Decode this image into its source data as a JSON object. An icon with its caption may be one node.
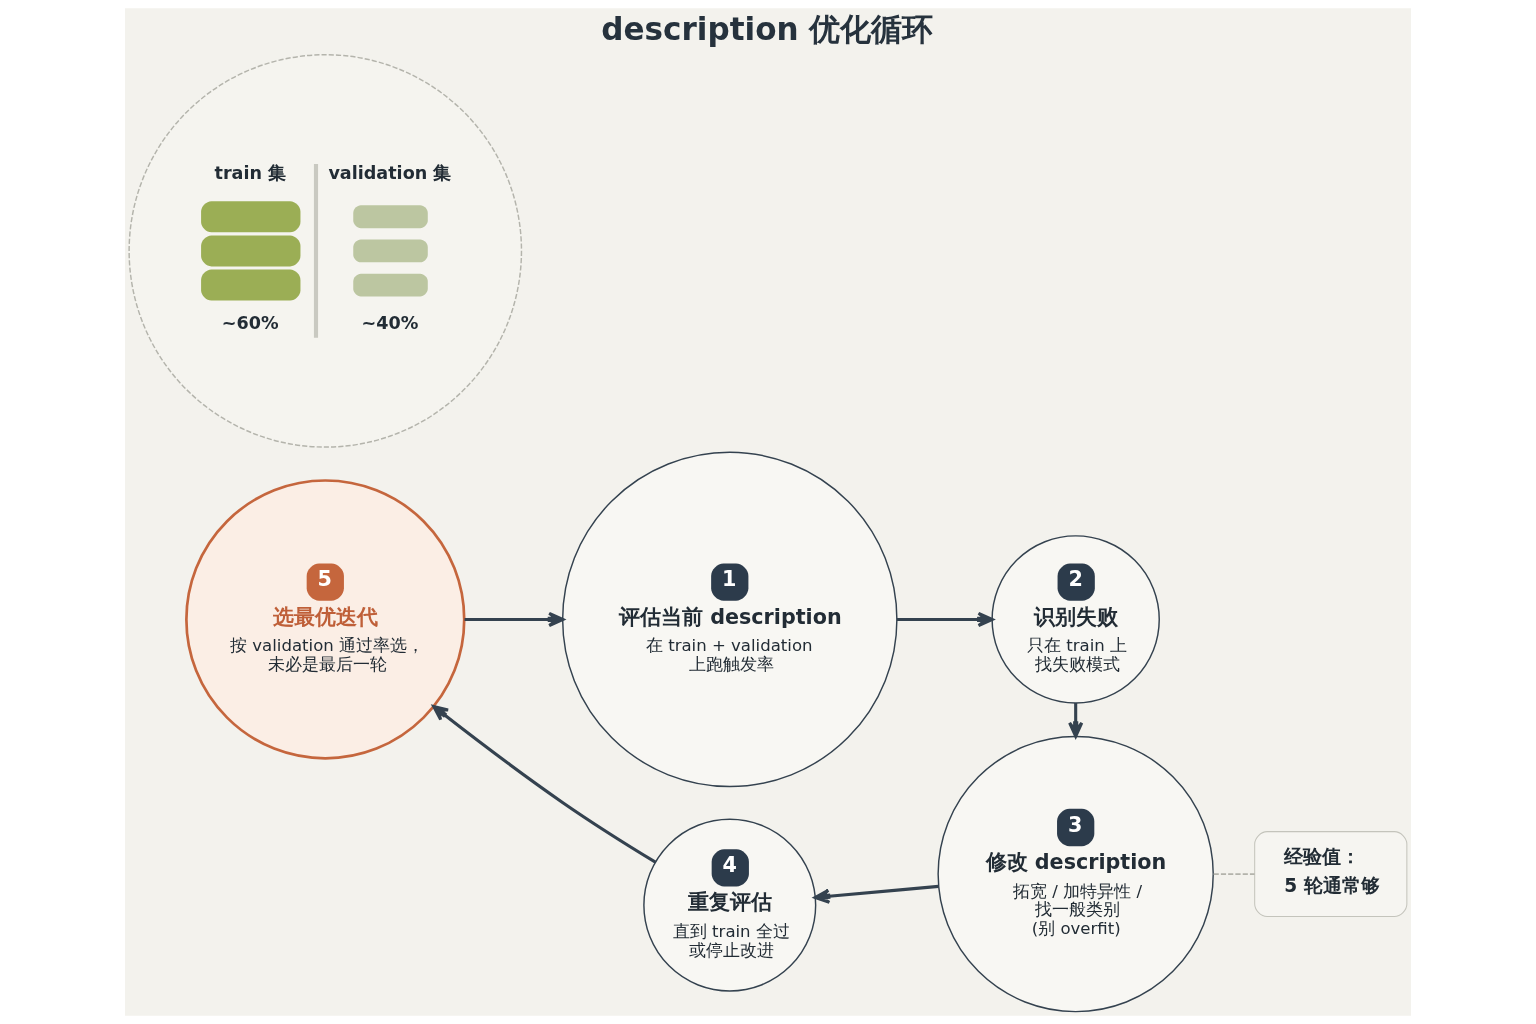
{
  "diagram": {
    "title": "description 优化循环",
    "nodes": [
      {
        "text": [
          "1",
          "评估当前 description",
          "在 train + validation 上跑触发率"
        ]
      },
      {
        "text": [
          "2",
          "识别失败",
          "只在 train 上找失败模式"
        ]
      },
      {
        "text": [
          "3",
          "修改 description",
          "拓宽 / 加特异性 / 找一般类别(别 overfit)"
        ]
      },
      {
        "text": [
          "4",
          "重复评估",
          "直到 train 全过或停止改进"
        ]
      },
      {
        "text": [
          "5",
          "选最优迭代",
          "按 validation 通过率选，未必是最后一轮"
        ]
      },
      {
        "text": [
          "train 集",
          "~60%",
          "validation 集",
          "~40%"
        ]
      },
      {
        "text": [
          "经验值：",
          "5 轮通常够"
        ]
      }
    ],
    "edges": [
      {
        "from": 0,
        "to": 1,
        "arrow": "to"
      },
      {
        "from": 1,
        "to": 2,
        "arrow": "to"
      },
      {
        "from": 2,
        "to": 3,
        "arrow": "to"
      },
      {
        "from": 3,
        "to": 4,
        "arrow": "to"
      },
      {
        "from": 4,
        "to": 0,
        "arrow": "to"
      },
      {
        "from": 2,
        "to": 6,
        "arrow": "none",
        "style": "dashed",
        "color": "#b3b3ab"
      }
    ]
  }
}
